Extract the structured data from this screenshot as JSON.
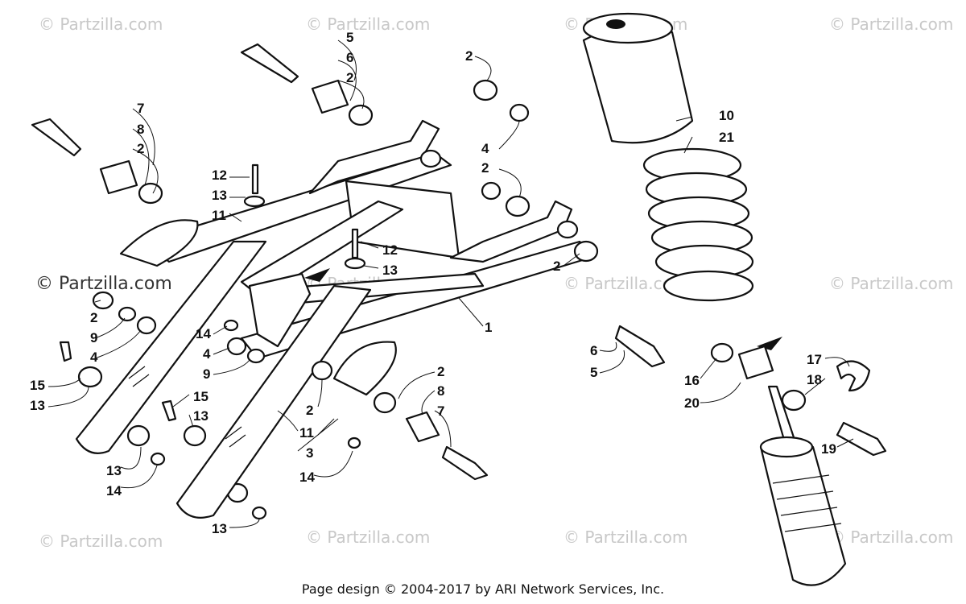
{
  "watermark": "© Partzilla.com",
  "footer": "Page design © 2004-2017 by ARI Network Services, Inc.",
  "callouts": {
    "c5_top": "5",
    "c6_top": "6",
    "c2_top": "2",
    "c7_left": "7",
    "c8_left": "8",
    "c2_left": "2",
    "c2_upper_right": "2",
    "c4_upper_right": "4",
    "c2_mid_right": "2",
    "c12_a": "12",
    "c13_a": "13",
    "c11_a": "11",
    "c12_b": "12",
    "c13_b": "13",
    "c2_far_right": "2",
    "c1": "1",
    "c6_right": "6",
    "c5_right": "5",
    "c10": "10",
    "c21": "21",
    "c2_left_lower": "2",
    "c9_left": "9",
    "c4_left": "4",
    "c14_mid": "14",
    "c4_mid": "4",
    "c9_mid": "9",
    "c15_left": "15",
    "c13_left": "13",
    "c15_mid": "15",
    "c13_mid": "13",
    "c11_b": "11",
    "c2_bottom_a": "2",
    "c3": "3",
    "c2_bottom_b": "2",
    "c8_bottom": "8",
    "c7_bottom": "7",
    "c14_bottom": "14",
    "c13_bl": "13",
    "c14_bl": "14",
    "c13_bottom": "13",
    "c17": "17",
    "c18": "18",
    "c16": "16",
    "c20": "20",
    "c19": "19"
  }
}
